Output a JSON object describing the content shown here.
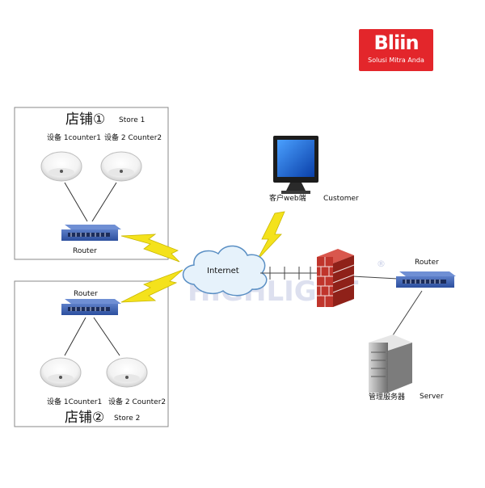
{
  "logo": {
    "word": "Bliin",
    "tagline": "Solusi Mitra Anda",
    "color": "#e3262b"
  },
  "watermark": {
    "text": "HIGHLIGHT",
    "symbol": "®"
  },
  "store1": {
    "title_cn": "店铺①",
    "title_en": "Store 1",
    "counter1_label": "设备 1counter1",
    "counter2_label": "设备 2 Counter2",
    "router_label": "Router"
  },
  "store2": {
    "title_cn": "店铺②",
    "title_en": "Store 2",
    "counter1_label": "设备 1Counter1",
    "counter2_label": "设备 2  Counter2",
    "router_label": "Router"
  },
  "internet": {
    "label": "Internet"
  },
  "customer": {
    "label_cn": "客户web端",
    "label_en": "Customer"
  },
  "hq_router": {
    "label": "Router"
  },
  "server": {
    "label_cn": "管理服务器",
    "label_en": "Server"
  },
  "colors": {
    "lightning": "#f4e21c",
    "cloud_fill": "#e6f2fb",
    "cloud_stroke": "#5a8fc4",
    "firewall": "#c0352c",
    "router": "#2c4f9e"
  }
}
